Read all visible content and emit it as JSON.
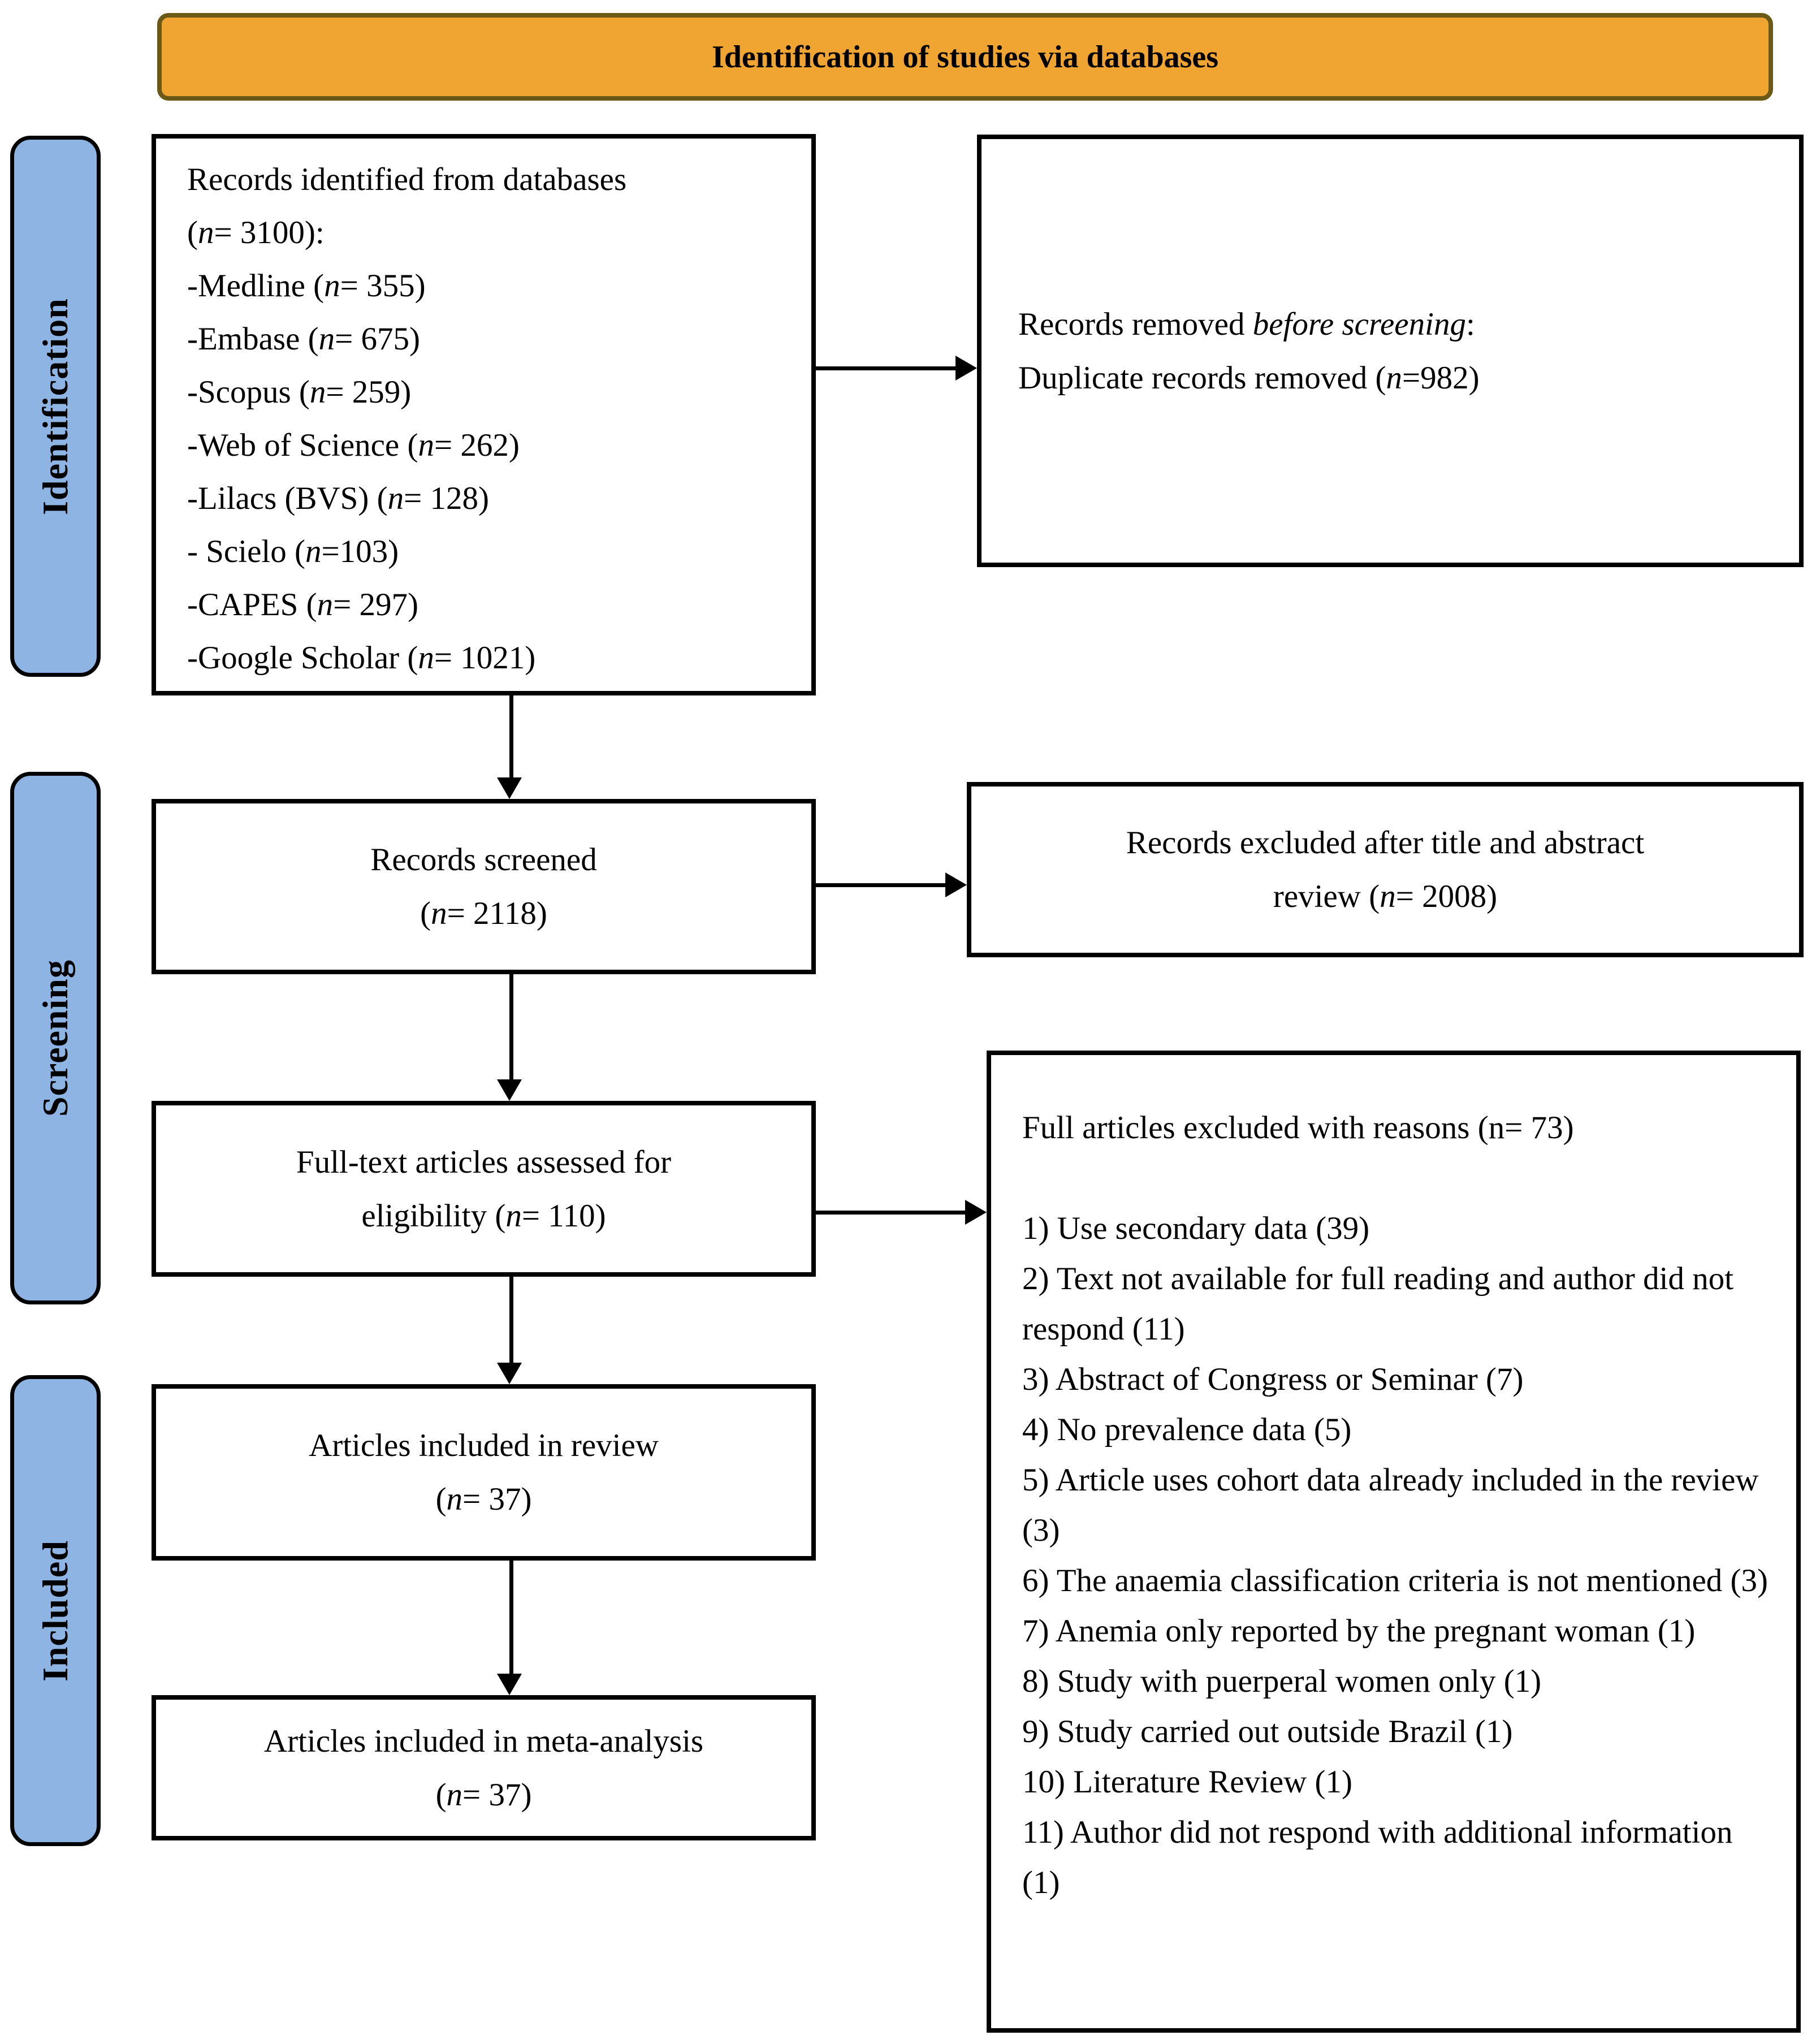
{
  "banner": {
    "title": "Identification of studies via databases"
  },
  "side_labels": {
    "identification": "Identification",
    "screening": "Screening",
    "included": "Included"
  },
  "colors": {
    "banner_fill": "#F0A431",
    "banner_border": "#6B5918",
    "stage_fill": "#8EB4E3",
    "stage_border": "#000000",
    "box_border": "#000000",
    "text_color": "#000000"
  },
  "boxes": {
    "records_identified": {
      "lines": [
        "Records identified from databases",
        "(*n*= 3100):",
        "-Medline (*n*= 355)",
        "-Embase (*n*= 675)",
        "-Scopus (*n*= 259)",
        "-Web of Science (*n*= 262)",
        "-Lilacs (BVS) (*n*= 128)",
        "- Scielo (*n*=103)",
        "-CAPES (*n*= 297)",
        "-Google Scholar (*n*= 1021)"
      ]
    },
    "records_removed": {
      "lines": [
        "Records removed *before screening*:",
        "Duplicate records removed (*n*=982)"
      ]
    },
    "records_screened": {
      "lines": [
        "Records screened",
        "(*n*= 2118)"
      ]
    },
    "records_excluded": {
      "lines": [
        "Records excluded after title and abstract",
        "review (*n*= 2008)"
      ]
    },
    "fulltext_assessed": {
      "lines": [
        "Full-text articles assessed for",
        "eligibility (*n*= 110)"
      ]
    },
    "full_articles_excluded": {
      "lines": [
        "Full articles excluded with reasons (n= 73)",
        "",
        "1) Use secondary data (39)",
        "2) Text not available for full reading and author did not respond (11)",
        "3) Abstract of Congress or Seminar (7)",
        "4) No prevalence data (5)",
        "5) Article uses cohort data already included in the review (3)",
        "6) The anaemia classification criteria is not mentioned (3)",
        "7) Anemia only reported by the pregnant woman (1)",
        "8) Study with puerperal women only (1)",
        "9) Study carried out outside Brazil (1)",
        "10) Literature Review (1)",
        "11) Author did not respond with additional information (1)"
      ]
    },
    "included_review": {
      "lines": [
        "Articles included in review",
        "(*n*= 37)"
      ]
    },
    "included_meta": {
      "lines": [
        "Articles included in meta-analysis",
        "(*n*= 37)"
      ]
    }
  }
}
